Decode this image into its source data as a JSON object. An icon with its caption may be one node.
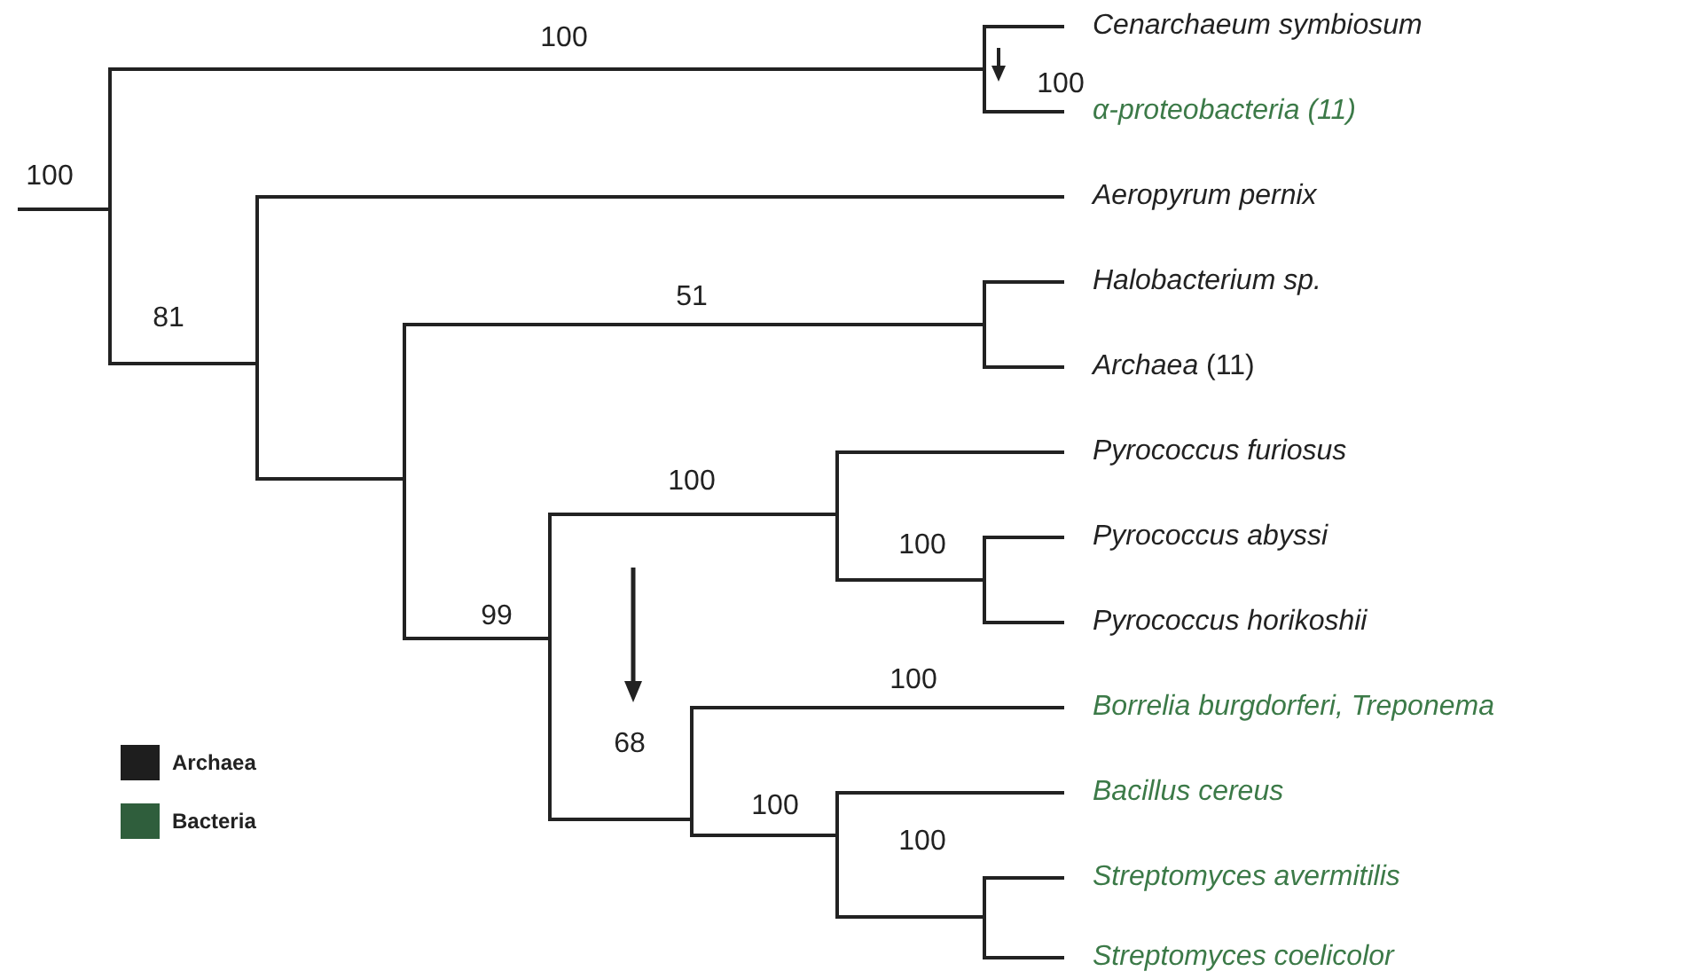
{
  "diagram": {
    "nodes": [
      {
        "text": [],
        "shape": "bar"
      },
      {
        "text": [],
        "shape": "bar"
      },
      {
        "text": [
          "Cenarchaeum symbiosum"
        ]
      },
      {
        "text": [
          "α-proteobacteria (11)"
        ]
      },
      {
        "text": [],
        "shape": "bar"
      },
      {
        "text": [
          "Aeropyrum pernix"
        ]
      },
      {
        "text": [],
        "shape": "bar"
      },
      {
        "text": [],
        "shape": "bar"
      },
      {
        "text": [
          "Halobacterium sp."
        ]
      },
      {
        "text": [
          "*Archaea* (11)"
        ]
      },
      {
        "text": [],
        "shape": "bar"
      },
      {
        "text": [],
        "shape": "bar"
      },
      {
        "text": [
          "Pyrococcus furiosus"
        ]
      },
      {
        "text": [],
        "shape": "bar"
      },
      {
        "text": [
          "Pyrococcus abyssi"
        ]
      },
      {
        "text": [
          "Pyrococcus horikoshii"
        ]
      },
      {
        "text": [],
        "shape": "bar"
      },
      {
        "text": [
          "Borrelia burgdorferi, Treponema"
        ]
      },
      {
        "text": [],
        "shape": "bar"
      },
      {
        "text": [
          "Bacillus cereus"
        ]
      },
      {
        "text": [],
        "shape": "bar"
      },
      {
        "text": [
          "Streptomyces avermitilis"
        ]
      },
      {
        "text": [
          "Streptomyces coelicolor"
        ]
      }
    ],
    "edges": [
      {
        "from": null,
        "to": 0,
        "arrow": "none",
        "label": "100"
      },
      {
        "from": 0,
        "to": 1,
        "arrow": "none",
        "label": "100"
      },
      {
        "from": 1,
        "to": 2,
        "arrow": "none"
      },
      {
        "from": 1,
        "to": 3,
        "arrow": "none"
      },
      {
        "from": 0,
        "to": 4,
        "arrow": "none",
        "label": "81"
      },
      {
        "from": 4,
        "to": 5,
        "arrow": "none"
      },
      {
        "from": 4,
        "to": 6,
        "arrow": "none"
      },
      {
        "from": 6,
        "to": 7,
        "arrow": "none",
        "label": "51"
      },
      {
        "from": 7,
        "to": 8,
        "arrow": "none"
      },
      {
        "from": 7,
        "to": 9,
        "arrow": "none"
      },
      {
        "from": 6,
        "to": 10,
        "arrow": "none",
        "label": "99"
      },
      {
        "from": 10,
        "to": 11,
        "arrow": "none",
        "label": "100"
      },
      {
        "from": 11,
        "to": 12,
        "arrow": "none"
      },
      {
        "from": 11,
        "to": 13,
        "arrow": "none",
        "label": "100"
      },
      {
        "from": 13,
        "to": 14,
        "arrow": "none"
      },
      {
        "from": 13,
        "to": 15,
        "arrow": "none"
      },
      {
        "from": 10,
        "to": 16,
        "arrow": "none",
        "label": "68"
      },
      {
        "from": 16,
        "to": 17,
        "arrow": "none",
        "label": "100"
      },
      {
        "from": 16,
        "to": 18,
        "arrow": "none",
        "label": "100"
      },
      {
        "from": 18,
        "to": 19,
        "arrow": "none"
      },
      {
        "from": 18,
        "to": 20,
        "arrow": "none",
        "label": "100"
      },
      {
        "from": 20,
        "to": 21,
        "arrow": "none"
      },
      {
        "from": 20,
        "to": 22,
        "arrow": "none"
      }
    ],
    "labels": [
      "100"
    ],
    "legend": [
      {
        "text": "Archaea",
        "color": "#1e1e1e"
      },
      {
        "text": "Bacteria",
        "color": "#2f5e3c"
      }
    ]
  }
}
